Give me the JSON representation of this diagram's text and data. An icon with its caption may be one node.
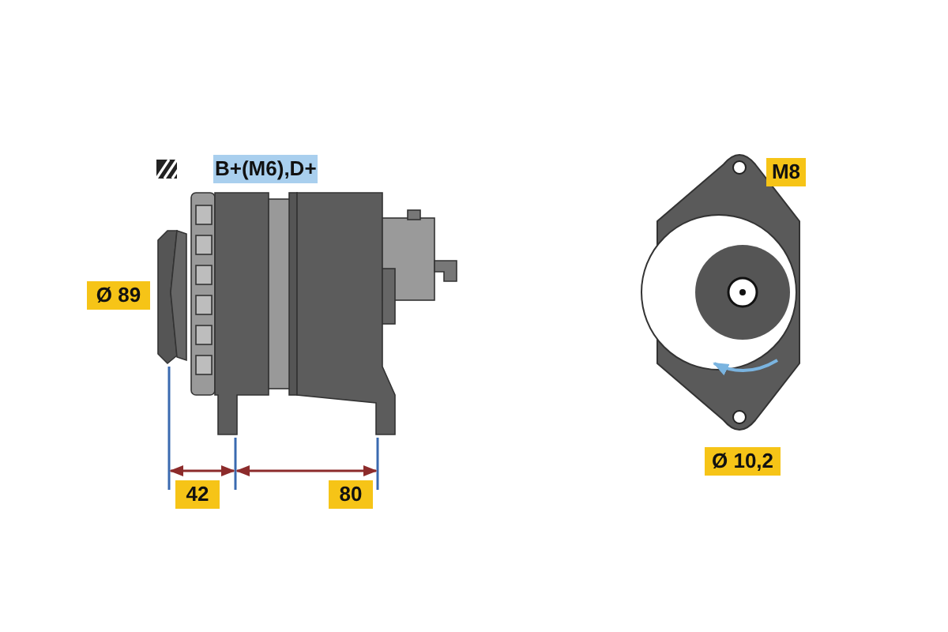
{
  "diagram": {
    "labels": [
      "B+(M6),D+",
      "M8",
      "Ø 89",
      "Ø 10,2",
      "42",
      "80"
    ]
  }
}
